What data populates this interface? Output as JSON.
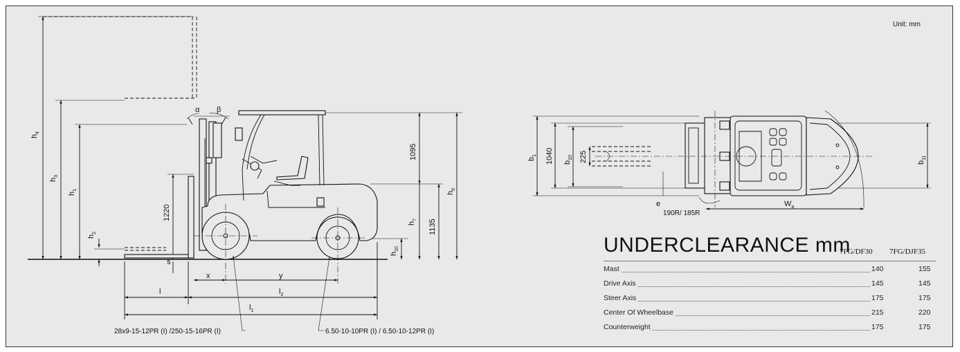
{
  "unit_label": "Unit: mm",
  "side_view": {
    "height_labels": [
      {
        "base": "h",
        "sub": "4"
      },
      {
        "base": "h",
        "sub": "3"
      },
      {
        "base": "h",
        "sub": "1"
      },
      {
        "base": "h",
        "sub": "2"
      },
      {
        "base": "h",
        "sub": "7"
      },
      {
        "base": "h",
        "sub": "6"
      },
      {
        "base": "h",
        "sub": "10"
      }
    ],
    "angle_labels": [
      "α",
      "β"
    ],
    "dimension_values": [
      "1220",
      "1095",
      "1135"
    ],
    "symbol_labels": [
      "s",
      "x",
      "y",
      "l"
    ],
    "length_labels": [
      {
        "base": "l",
        "sub": "2"
      },
      {
        "base": "l",
        "sub": "1"
      }
    ],
    "front_tire": "28x9-15-12PR (I) /250-15-16PR (I)",
    "rear_tire": "6.50-10-10PR (I) / 6.50-10-12PR (I)"
  },
  "top_view": {
    "width_labels": [
      {
        "base": "b",
        "sub": "1"
      },
      {
        "base": "b",
        "sub": "10"
      },
      {
        "base": "b",
        "sub": "11"
      },
      {
        "base": "W",
        "sub": "a"
      }
    ],
    "dimension_values": [
      "1040",
      "225"
    ],
    "e_label": "e",
    "turning_radius": "190R/ 185R"
  },
  "underclearance": {
    "title": "UNDERCLEARANCE mm",
    "columns": [
      "7FG/DF30",
      "7FG/DJF35"
    ],
    "rows": [
      {
        "name": "Mast",
        "v1": "140",
        "v2": "155"
      },
      {
        "name": "Drive Axis",
        "v1": "145",
        "v2": "145"
      },
      {
        "name": "Steer Axis",
        "v1": "175",
        "v2": "175"
      },
      {
        "name": "Center Of Wheelbase",
        "v1": "215",
        "v2": "220"
      },
      {
        "name": "Counterweight",
        "v1": "175",
        "v2": "175"
      }
    ]
  }
}
